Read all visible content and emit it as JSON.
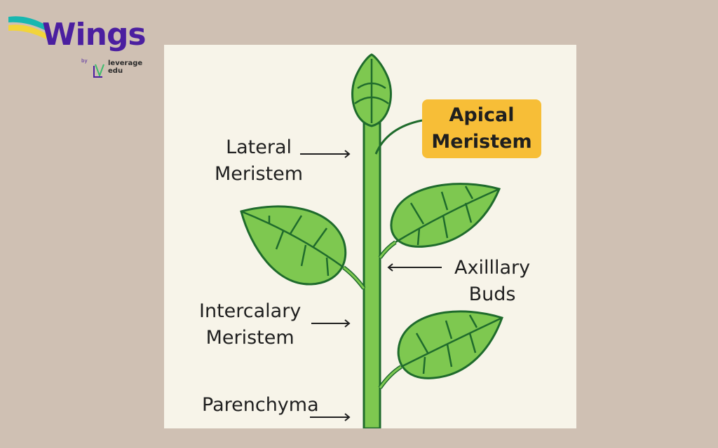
{
  "brand": {
    "name": "Wings",
    "by": "by",
    "partner_line1": "leverage",
    "partner_line2": "edu",
    "colors": {
      "purple": "#4b1fa0",
      "teal": "#18b7b0",
      "yellow": "#f2d43a",
      "green": "#3dbb6b"
    }
  },
  "diagram": {
    "labels": {
      "apical": [
        "Apical",
        "Meristem"
      ],
      "lateral": [
        "Lateral",
        "Meristem"
      ],
      "axillary": [
        "Axilllary",
        "Buds"
      ],
      "intercalary": [
        "Intercalary",
        "Meristem"
      ],
      "parenchyma": "Parenchyma"
    },
    "colors": {
      "background": "#cfc0b3",
      "panel": "#f7f4e9",
      "leaf": "#7ec850",
      "outline": "#1f6b2c",
      "highlight": "#f7be37"
    }
  }
}
